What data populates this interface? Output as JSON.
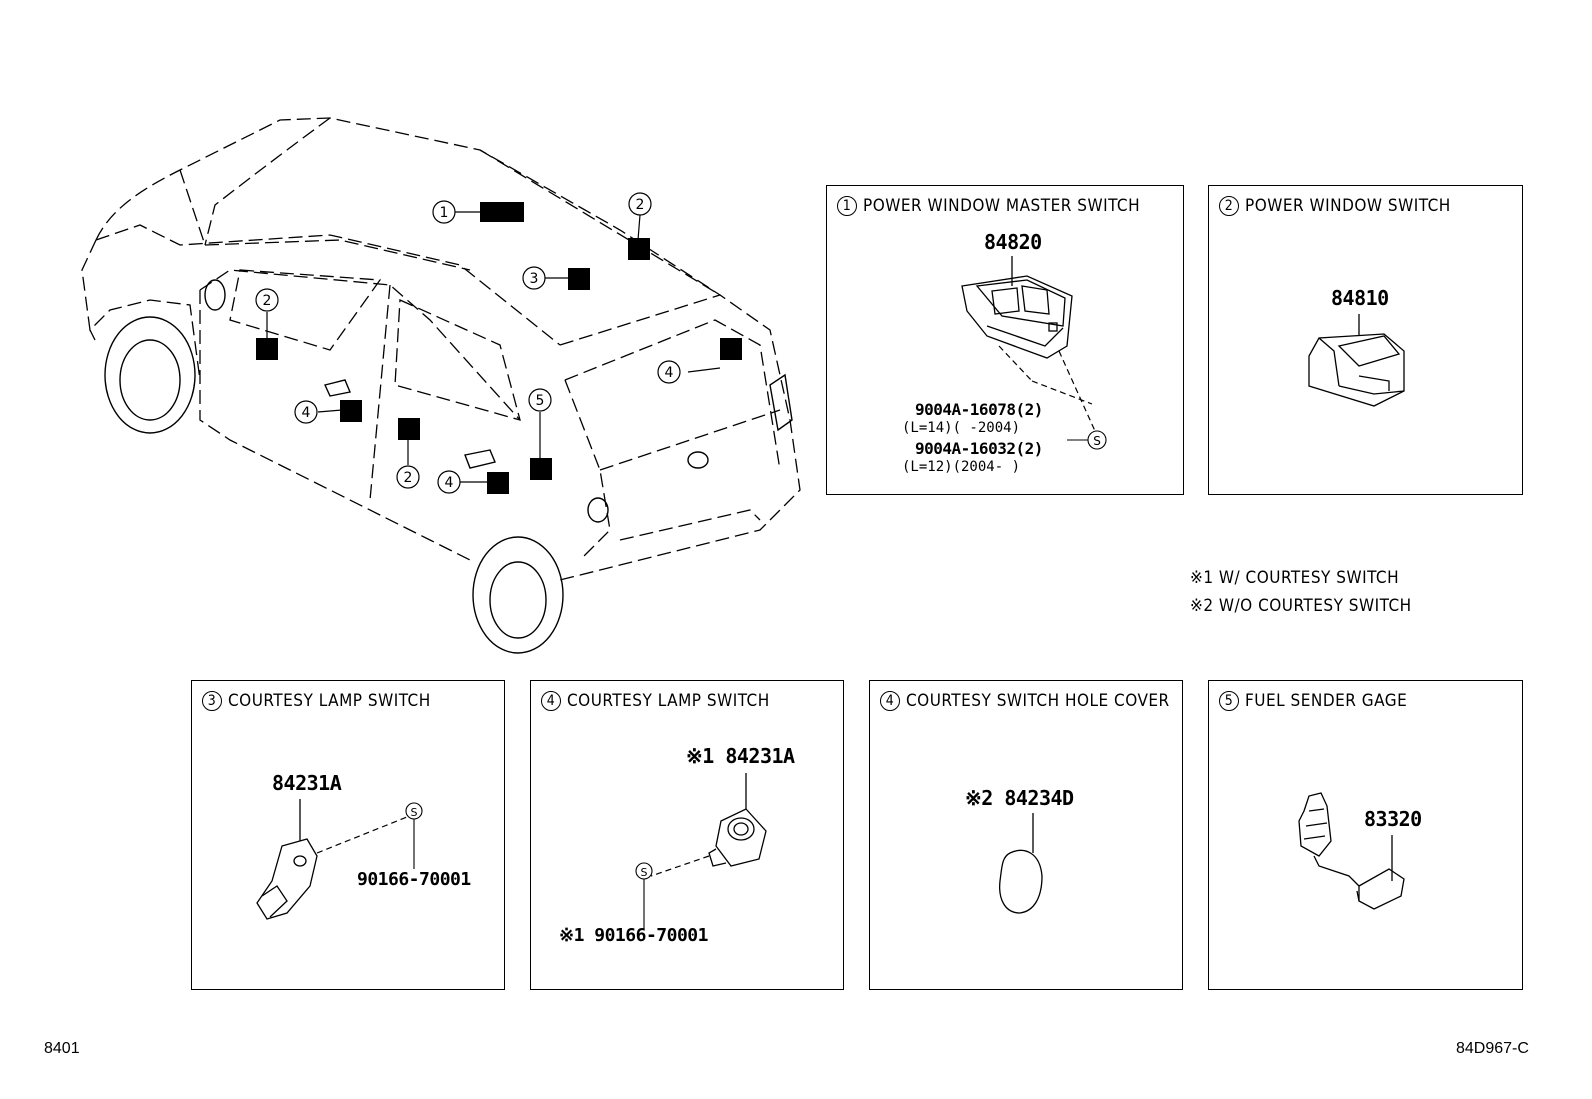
{
  "overview": {
    "callouts": [
      "1",
      "2",
      "3",
      "2",
      "4",
      "2",
      "4",
      "4",
      "5"
    ]
  },
  "panels": {
    "p1": {
      "num": "1",
      "title": "POWER WINDOW MASTER SWITCH",
      "part": "84820",
      "sub1": "9004A-16078(2)",
      "sub1b": "(L=14)(      -2004)",
      "sub2": "9004A-16032(2)",
      "sub2b": "(L=12)(2004-      )"
    },
    "p2": {
      "num": "2",
      "title": "POWER WINDOW SWITCH",
      "part": "84810"
    },
    "p3": {
      "num": "3",
      "title": "COURTESY LAMP SWITCH",
      "part": "84231A",
      "bolt": "90166-70001"
    },
    "p4": {
      "num": "4",
      "title": "COURTESY LAMP SWITCH",
      "part": "※1 84231A",
      "bolt": "※1 90166-70001"
    },
    "p5": {
      "num": "4",
      "title": "COURTESY SWITCH HOLE COVER",
      "part": "※2 84234D"
    },
    "p6": {
      "num": "5",
      "title": "FUEL SENDER GAGE",
      "part": "83320"
    }
  },
  "notes": [
    "※1 W/ COURTESY SWITCH",
    "※2 W/O COURTESY SWITCH"
  ],
  "footer": {
    "left": "8401",
    "right": "84D967-C"
  },
  "icons": [
    "screw-symbol-s",
    "circled-number"
  ]
}
